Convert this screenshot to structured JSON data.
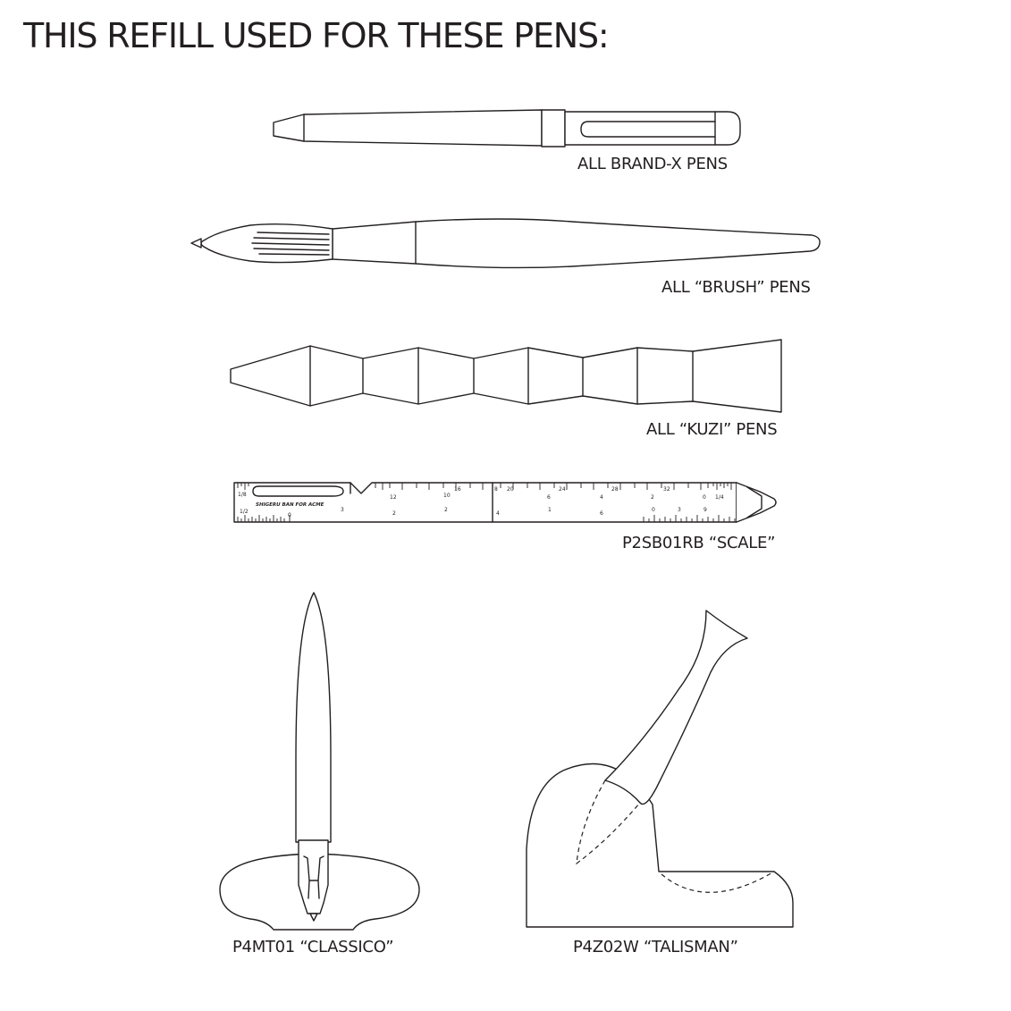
{
  "title": "THIS REFILL USED FOR THESE PENS:",
  "pens": [
    {
      "label": "ALL BRAND-X PENS"
    },
    {
      "label": "ALL “BRUSH” PENS"
    },
    {
      "label": "ALL “KUZI” PENS"
    },
    {
      "label": "P2SB01RB “SCALE”"
    },
    {
      "label": "P4MT01 “CLASSICO”"
    },
    {
      "label": "P4Z02W “TALISMAN”"
    }
  ],
  "scale_ruler": {
    "brand_text": "SHIGERU BAN FOR ACME",
    "top_numbers": [
      "1/8",
      "12",
      "10",
      "16",
      "8",
      "20",
      "6",
      "24",
      "28",
      "4",
      "2",
      "32",
      "0",
      "1/4"
    ],
    "bottom_numbers": [
      "1/2",
      "0",
      "3",
      "2",
      "2",
      "4",
      "1",
      "6",
      "0",
      "3",
      "9"
    ]
  }
}
